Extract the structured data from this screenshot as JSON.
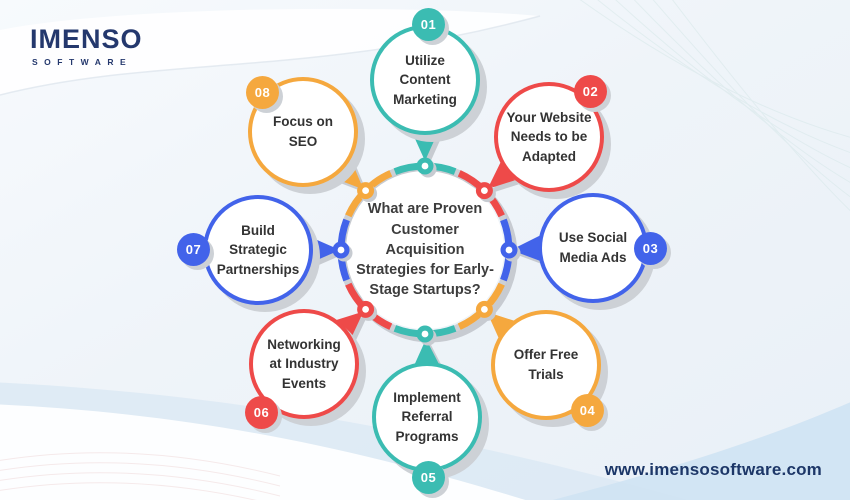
{
  "logo": {
    "name": "IMENSO",
    "sub": "SOFTWARE"
  },
  "center": {
    "question": "What are Proven Customer Acquisition Strategies for Early-Stage Startups?"
  },
  "items": [
    {
      "num": "01",
      "label": "Utilize Content Marketing",
      "color": "#3bbcb2",
      "position": "top"
    },
    {
      "num": "02",
      "label": "Your Website Needs to be Adapted",
      "color": "#ee4a49",
      "position": "top-right"
    },
    {
      "num": "03",
      "label": "Use Social Media Ads",
      "color": "#4263ea",
      "position": "right"
    },
    {
      "num": "04",
      "label": "Offer Free Trials",
      "color": "#f5a83e",
      "position": "bottom-right"
    },
    {
      "num": "05",
      "label": "Implement Referral Programs",
      "color": "#3bbcb2",
      "position": "bottom"
    },
    {
      "num": "06",
      "label": "Networking at Industry Events",
      "color": "#ee4a49",
      "position": "bottom-left"
    },
    {
      "num": "07",
      "label": "Build Strategic Partnerships",
      "color": "#4263ea",
      "position": "left"
    },
    {
      "num": "08",
      "label": "Focus on SEO",
      "color": "#f5a83e",
      "position": "top-left"
    }
  ],
  "footer": {
    "website": "www.imensosoftware.com"
  },
  "colors": {
    "teal": "#3bbcb2",
    "red": "#ee4a49",
    "blue": "#4263ea",
    "orange": "#f5a83e",
    "navy": "#24386d",
    "ring_gray": "#ccd0d6",
    "shadow_gray": "#cdd1d6",
    "text_dark": "#3d3d3d"
  }
}
